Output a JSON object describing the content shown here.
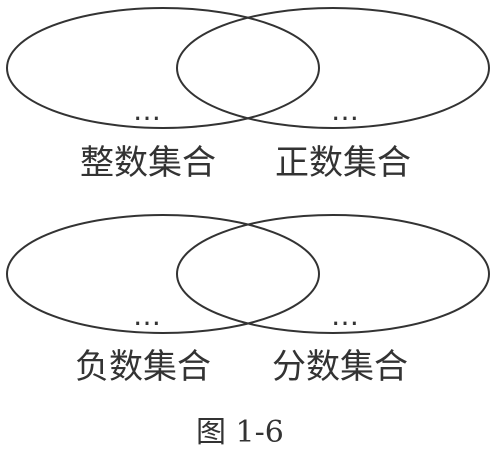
{
  "diagrams": [
    {
      "left": {
        "label": "整数集合",
        "content": "…"
      },
      "right": {
        "label": "正数集合",
        "content": "…"
      }
    },
    {
      "left": {
        "label": "负数集合",
        "content": "…"
      },
      "right": {
        "label": "分数集合",
        "content": "…"
      }
    }
  ],
  "caption": "图 1-6",
  "colors": {
    "stroke": "#333333"
  }
}
